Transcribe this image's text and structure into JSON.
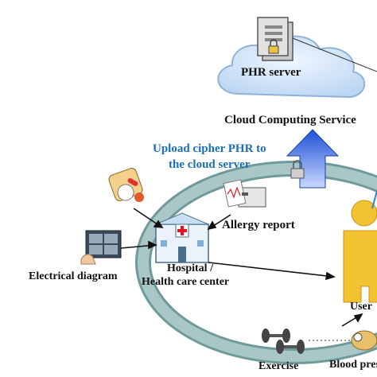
{
  "cloud": {
    "server_label": "PHR server",
    "service_label": "Cloud Computing Service"
  },
  "upload_caption": {
    "line1": "Upload cipher PHR to",
    "line2": "the cloud server"
  },
  "nodes": {
    "allergy_report": "Allergy report",
    "hospital_line1": "Hospital /",
    "hospital_line2": "Health care center",
    "electrical_diagram": "Electrical diagram",
    "user": "User",
    "exercise": "Exercise",
    "blood_pressure": "Blood pres"
  },
  "colors": {
    "ring": "#7fa8a8",
    "cloud": "#cfe2f6",
    "upload_arrow": "#1f4fd6",
    "caption": "#1a6fb5",
    "user": "#f2c230"
  }
}
